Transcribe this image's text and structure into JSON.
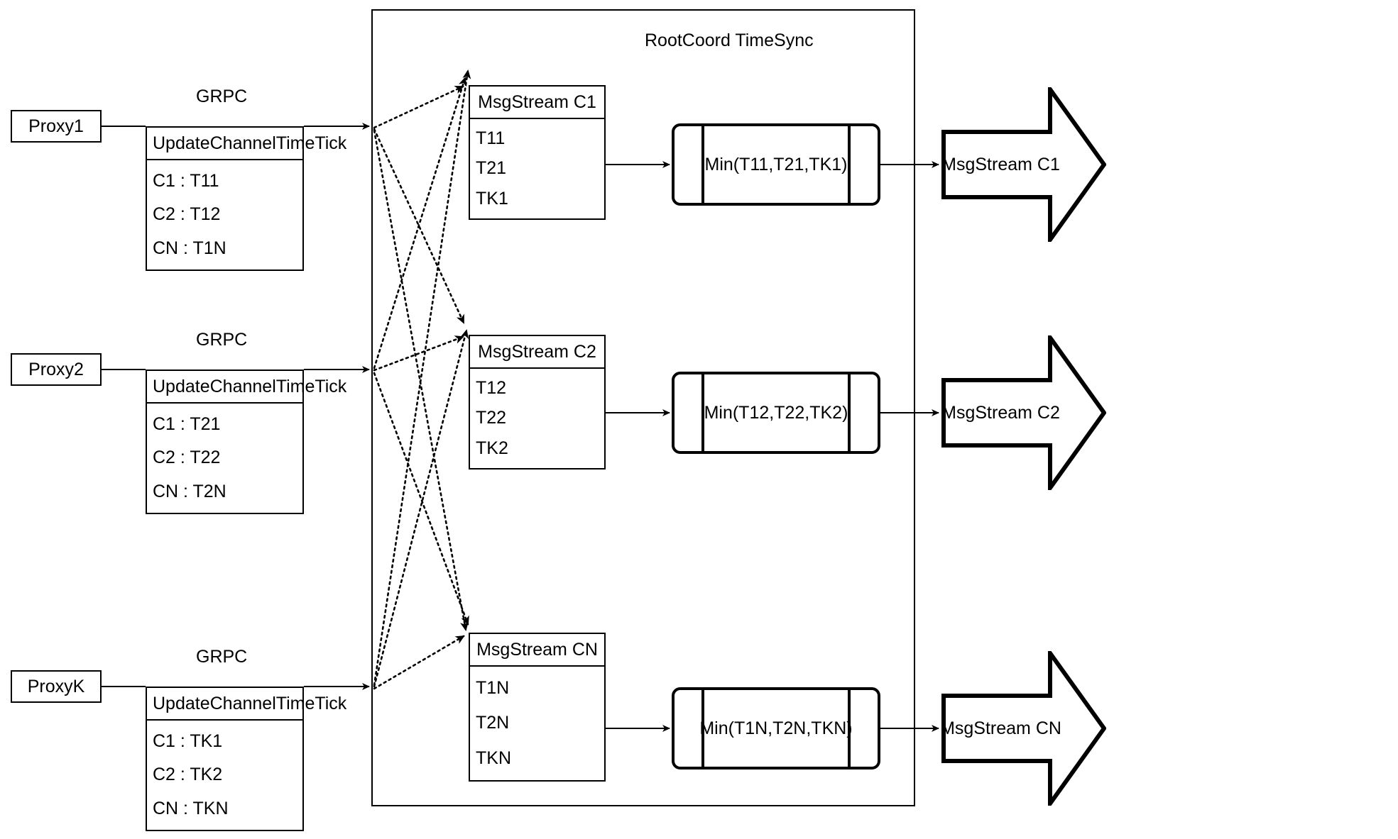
{
  "diagram": {
    "title": "RootCoord TimeSync",
    "link_label": "GRPC",
    "proxy_rows": [
      {
        "proxy_label": "Proxy1",
        "link_label": "GRPC",
        "request_title": "UpdateChannelTimeTick",
        "request_rows": [
          "C1 :  T11",
          "C2 :  T12",
          "CN : T1N"
        ]
      },
      {
        "proxy_label": "Proxy2",
        "link_label": "GRPC",
        "request_title": "UpdateChannelTimeTick",
        "request_rows": [
          "C1 :  T21",
          "C2 :  T22",
          "CN : T2N"
        ]
      },
      {
        "proxy_label": "ProxyK",
        "link_label": "GRPC",
        "request_title": "UpdateChannelTimeTick",
        "request_rows": [
          "C1 :  TK1",
          "C2 :  TK2",
          "CN : TKN"
        ]
      }
    ],
    "channel_rows": [
      {
        "stream_title": "MsgStream C1",
        "stream_rows": [
          "T11",
          "T21",
          "TK1"
        ],
        "min_label": "Min(T11,T21,TK1)",
        "output_label": "MsgStream C1"
      },
      {
        "stream_title": "MsgStream C2",
        "stream_rows": [
          "T12",
          "T22",
          "TK2"
        ],
        "min_label": "Min(T12,T22,TK2)",
        "output_label": "MsgStream C2"
      },
      {
        "stream_title": "MsgStream CN",
        "stream_rows": [
          "T1N",
          "T2N",
          "TKN"
        ],
        "min_label": "Min(T1N,T2N,TKN)",
        "output_label": "MsgStream CN"
      }
    ],
    "colors": {
      "stroke": "#000000",
      "background": "#ffffff"
    }
  }
}
